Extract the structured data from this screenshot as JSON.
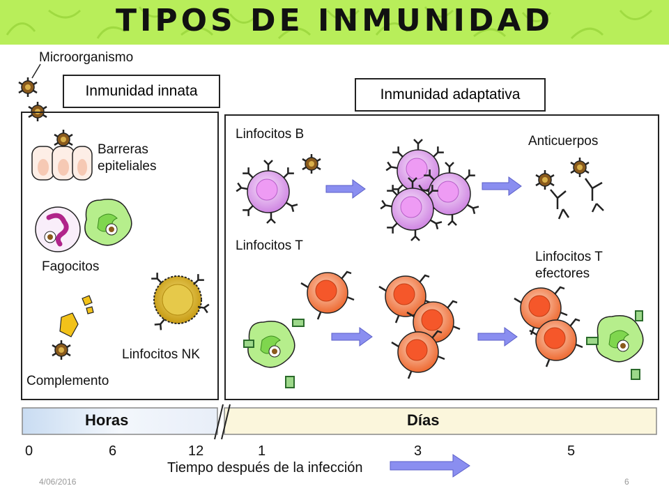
{
  "title": "TIPOS DE  INMUNIDAD",
  "colors": {
    "banner": "#b8ee5a",
    "b_cell": "#e2a8ee",
    "t_cell": "#f07a45",
    "phagocyte": "#b6ee8c",
    "arrow": "#8a8ef0"
  },
  "labels": {
    "microorganismo": "Microorganismo",
    "innata": "Inmunidad innata",
    "adaptativa": "Inmunidad adaptativa",
    "barreras_1": "Barreras",
    "barreras_2": "epiteliales",
    "fagocitos": "Fagocitos",
    "complemento": "Complemento",
    "nk": "Linfocitos NK",
    "linf_b": "Linfocitos B",
    "anticuerpos": "Anticuerpos",
    "linf_t": "Linfocitos T",
    "t_efectores_1": "Linfocitos T",
    "t_efectores_2": "efectores"
  },
  "timeline": {
    "horas": "Horas",
    "dias": "Días",
    "ticks": [
      "0",
      "6",
      "12",
      "1",
      "3",
      "5"
    ],
    "caption": "Tiempo después de la infección"
  },
  "footer": {
    "date": "4/06/2016",
    "page": "6"
  }
}
